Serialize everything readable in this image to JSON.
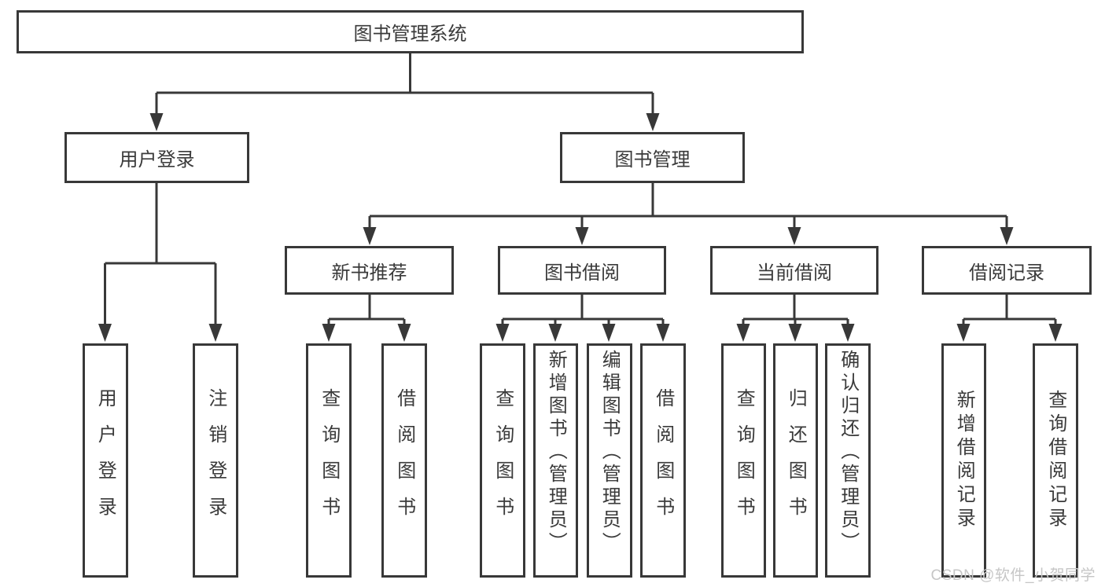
{
  "diagram": {
    "root": "图书管理系统",
    "level2": [
      {
        "label": "用户登录",
        "parent": "图书管理系统"
      },
      {
        "label": "图书管理",
        "parent": "图书管理系统"
      }
    ],
    "level3": [
      {
        "label": "新书推荐",
        "parent": "图书管理"
      },
      {
        "label": "图书借阅",
        "parent": "图书管理"
      },
      {
        "label": "当前借阅",
        "parent": "图书管理"
      },
      {
        "label": "借阅记录",
        "parent": "图书管理"
      }
    ],
    "leaves": [
      {
        "label": "用户登录",
        "parent": "用户登录"
      },
      {
        "label": "注销登录",
        "parent": "用户登录"
      },
      {
        "label": "查询图书",
        "parent": "新书推荐"
      },
      {
        "label": "借阅图书",
        "parent": "新书推荐"
      },
      {
        "label": "查询图书",
        "parent": "图书借阅"
      },
      {
        "label": "新增图书（管理员）",
        "parent": "图书借阅"
      },
      {
        "label": "编辑图书（管理员）",
        "parent": "图书借阅"
      },
      {
        "label": "借阅图书",
        "parent": "图书借阅"
      },
      {
        "label": "查询图书",
        "parent": "当前借阅"
      },
      {
        "label": "归还图书",
        "parent": "当前借阅"
      },
      {
        "label": "确认归还（管理员）",
        "parent": "当前借阅"
      },
      {
        "label": "新增借阅记录",
        "parent": "借阅记录"
      },
      {
        "label": "查询借阅记录",
        "parent": "借阅记录"
      }
    ]
  },
  "watermark": {
    "text": "CSDN @软件_小贺同学"
  },
  "colors": {
    "line": "#383838",
    "text": "#3a3a3a",
    "background": "#ffffff",
    "watermark": "#c6c6c6"
  }
}
